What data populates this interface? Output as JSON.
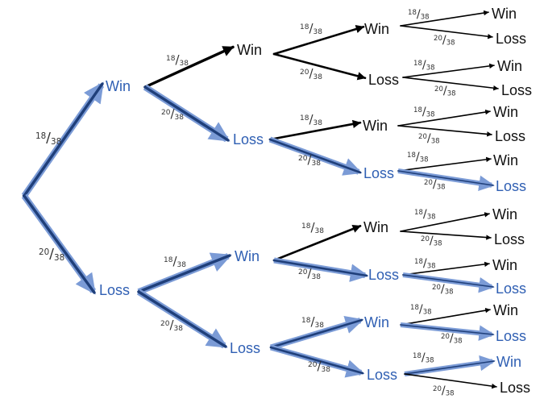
{
  "title": "Probability tree: Win / Loss over four rounds",
  "colors": {
    "default_edge": "#000000",
    "default_text": "#111111",
    "highlight_text": "#2f5fb3",
    "highlight_outer": "#7b9bd6",
    "highlight_inner": "#1f3f7a"
  },
  "probabilities": {
    "win": "18/38",
    "loss": "20/38"
  },
  "chart_data": {
    "type": "tree",
    "root": {
      "id": "root",
      "children": [
        {
          "id": "W",
          "label": "Win",
          "prob": "18/38",
          "highlight": true,
          "children": [
            {
              "id": "WW",
              "label": "Win",
              "prob": "18/38",
              "highlight": false,
              "children": [
                {
                  "id": "WWW",
                  "label": "Win",
                  "prob": "18/38",
                  "highlight": false,
                  "children": [
                    {
                      "id": "WWWW",
                      "label": "Win",
                      "prob": "18/38",
                      "highlight": false
                    },
                    {
                      "id": "WWWL",
                      "label": "Loss",
                      "prob": "20/38",
                      "highlight": false
                    }
                  ]
                },
                {
                  "id": "WWL",
                  "label": "Loss",
                  "prob": "20/38",
                  "highlight": false,
                  "children": [
                    {
                      "id": "WWLW",
                      "label": "Win",
                      "prob": "18/38",
                      "highlight": false
                    },
                    {
                      "id": "WWLL",
                      "label": "Loss",
                      "prob": "20/38",
                      "highlight": false
                    }
                  ]
                }
              ]
            },
            {
              "id": "WL",
              "label": "Loss",
              "prob": "20/38",
              "highlight": true,
              "children": [
                {
                  "id": "WLW",
                  "label": "Win",
                  "prob": "18/38",
                  "highlight": false,
                  "children": [
                    {
                      "id": "WLWW",
                      "label": "Win",
                      "prob": "18/38",
                      "highlight": false
                    },
                    {
                      "id": "WLWL",
                      "label": "Loss",
                      "prob": "20/38",
                      "highlight": false
                    }
                  ]
                },
                {
                  "id": "WLL",
                  "label": "Loss",
                  "prob": "20/38",
                  "highlight": true,
                  "children": [
                    {
                      "id": "WLLW",
                      "label": "Win",
                      "prob": "18/38",
                      "highlight": false
                    },
                    {
                      "id": "WLLL",
                      "label": "Loss",
                      "prob": "20/38",
                      "highlight": true
                    }
                  ]
                }
              ]
            }
          ]
        },
        {
          "id": "L",
          "label": "Loss",
          "prob": "20/38",
          "highlight": true,
          "children": [
            {
              "id": "LW",
              "label": "Win",
              "prob": "18/38",
              "highlight": true,
              "children": [
                {
                  "id": "LWW",
                  "label": "Win",
                  "prob": "18/38",
                  "highlight": false,
                  "children": [
                    {
                      "id": "LWWW",
                      "label": "Win",
                      "prob": "18/38",
                      "highlight": false
                    },
                    {
                      "id": "LWWL",
                      "label": "Loss",
                      "prob": "20/38",
                      "highlight": false
                    }
                  ]
                },
                {
                  "id": "LWL",
                  "label": "Loss",
                  "prob": "20/38",
                  "highlight": true,
                  "children": [
                    {
                      "id": "LWLW",
                      "label": "Win",
                      "prob": "18/38",
                      "highlight": false
                    },
                    {
                      "id": "LWLL",
                      "label": "Loss",
                      "prob": "20/38",
                      "highlight": true
                    }
                  ]
                }
              ]
            },
            {
              "id": "LL",
              "label": "Loss",
              "prob": "20/38",
              "highlight": true,
              "children": [
                {
                  "id": "LLW",
                  "label": "Win",
                  "prob": "18/38",
                  "highlight": true,
                  "children": [
                    {
                      "id": "LLWW",
                      "label": "Win",
                      "prob": "18/38",
                      "highlight": false
                    },
                    {
                      "id": "LLWL",
                      "label": "Loss",
                      "prob": "20/38",
                      "highlight": true
                    }
                  ]
                },
                {
                  "id": "LLL",
                  "label": "Loss",
                  "prob": "20/38",
                  "highlight": true,
                  "children": [
                    {
                      "id": "LLLW",
                      "label": "Win",
                      "prob": "18/38",
                      "highlight": true
                    },
                    {
                      "id": "LLLL",
                      "label": "Loss",
                      "prob": "20/38",
                      "highlight": false
                    }
                  ]
                }
              ]
            }
          ]
        }
      ]
    }
  }
}
